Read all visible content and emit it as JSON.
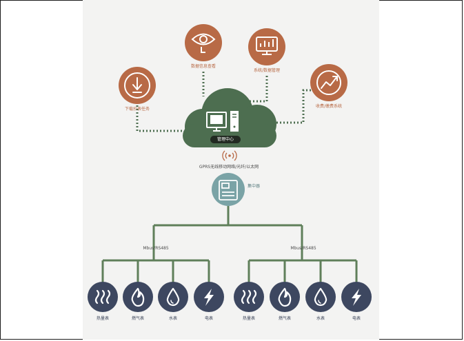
{
  "functions": [
    {
      "id": "download",
      "label": "下载抄表任务",
      "icon": "download-icon"
    },
    {
      "id": "data",
      "label": "数据信息查看",
      "icon": "eye-icon"
    },
    {
      "id": "system",
      "label": "系统/数据管理",
      "icon": "monitor-chart-icon"
    },
    {
      "id": "billing",
      "label": "收费/缴费系统",
      "icon": "trend-arrow-icon"
    }
  ],
  "center": {
    "label": "管理中心"
  },
  "network": {
    "label": "GPRS无线移动网络/光纤/以太网"
  },
  "concentrator": {
    "label": "集中器"
  },
  "buses": [
    {
      "label": "Mbus/RS485"
    },
    {
      "label": "Mbus/RS485"
    }
  ],
  "meters": [
    {
      "label": "热量表",
      "icon": "heat-waves-icon"
    },
    {
      "label": "燃气表",
      "icon": "flame-icon"
    },
    {
      "label": "水表",
      "icon": "water-drop-icon"
    },
    {
      "label": "电表",
      "icon": "lightning-icon"
    },
    {
      "label": "热量表",
      "icon": "heat-waves-icon"
    },
    {
      "label": "燃气表",
      "icon": "flame-icon"
    },
    {
      "label": "水表",
      "icon": "water-drop-icon"
    },
    {
      "label": "电表",
      "icon": "lightning-icon"
    }
  ],
  "colors": {
    "brown": "#b86a46",
    "green": "#4d6e50",
    "navy": "#3d4760",
    "teal": "#7aa3a6",
    "line": "#5f7f5a"
  }
}
